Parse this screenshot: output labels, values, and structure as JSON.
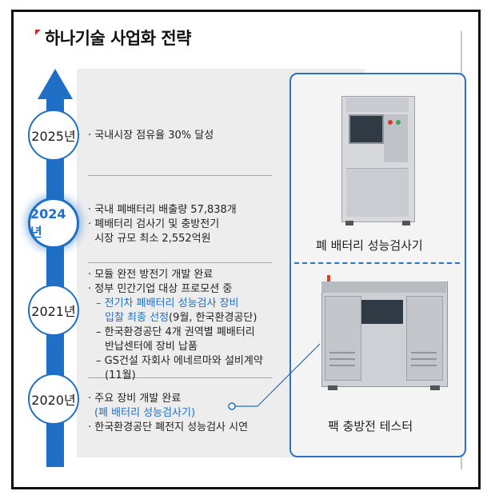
{
  "title": "하나기술 사업화 전략",
  "years": [
    {
      "label": "2025년",
      "highlight": false
    },
    {
      "label": "2024년",
      "highlight": true
    },
    {
      "label": "2021년",
      "highlight": false
    },
    {
      "label": "2020년",
      "highlight": false
    }
  ],
  "items_2025": [
    "· 국내시장 점유율 30% 달성"
  ],
  "items_2024": [
    "· 국내 폐배터리 배출량 57,838개",
    "· 폐배터리 검사기 및 충방전기",
    "  시장 규모 최소 2,552억원"
  ],
  "items_2021": {
    "l1": "· 모듈 완전 방전기 개발 완료",
    "l2": "· 정부 민간기업 대상 프로모션 중",
    "l3_blue": "– 전기차 폐배터리 성능검사 장비",
    "l4_blue": "입찰 최종 선정",
    "l4_rest": "(9월, 한국환경공단)",
    "l5": "– 한국환경공단 4개 권역별 폐배터리",
    "l6": "반납센터에 장비 납품",
    "l7": "– GS건설 자회사 에네르마와 설비계약",
    "l8": "(11월)"
  },
  "items_2020": {
    "l1": "· 주요 장비 개발 완료",
    "l2_blue": "(폐 배터리 성능검사기)",
    "l3": "· 한국환경공단 폐전지 성능검사 시연"
  },
  "products": {
    "top_caption": "폐 배터리 성능검사기",
    "bottom_caption": "팩 충방전 테스터"
  },
  "colors": {
    "accent": "#1f6fc7",
    "title_mark": "#e0262b"
  }
}
